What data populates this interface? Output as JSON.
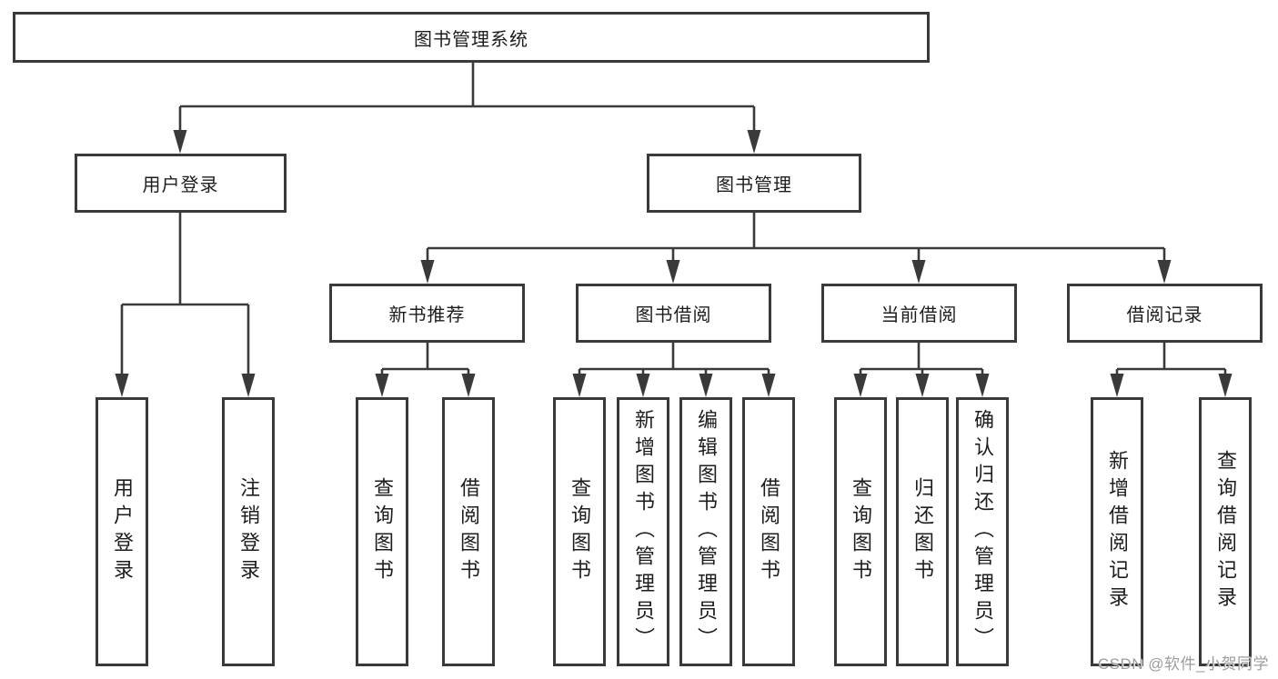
{
  "diagram": {
    "root": "图书管理系统",
    "level2": {
      "userLogin": "用户登录",
      "bookMgmt": "图书管理"
    },
    "level3": {
      "newBookRec": "新书推荐",
      "bookBorrow": "图书借阅",
      "currentBorrow": "当前借阅",
      "borrowRecords": "借阅记录"
    },
    "level4": {
      "login": "用户登录",
      "logout": "注销登录",
      "nbQuery": "查询图书",
      "nbBorrow": "借阅图书",
      "bbQuery": "查询图书",
      "bbAdd": "新增图书（管理员）",
      "bbEdit": "编辑图书（管理员）",
      "bbBorrow": "借阅图书",
      "cbQuery": "查询图书",
      "cbReturn": "归还图书",
      "cbConfirm": "确认归还（管理员）",
      "brAdd": "新增借阅记录",
      "brQuery": "查询借阅记录"
    },
    "line_color": "#3a3a3a",
    "text_color": "#1d1d1d",
    "background_color": "#ffffff"
  },
  "watermark": {
    "text": "CSDN @软件_小贺同学",
    "color": "#9c9c9c"
  }
}
